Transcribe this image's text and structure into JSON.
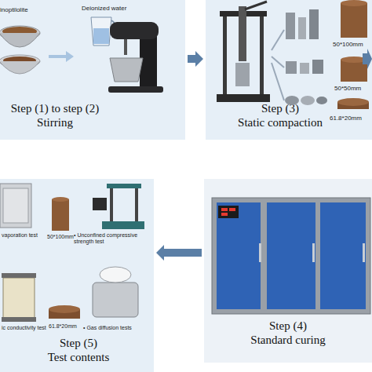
{
  "diagram": {
    "nodes": [
      {
        "text": [
          "Step (1) to step (2)",
          "Stirring"
        ]
      },
      {
        "text": [
          "Step (3)",
          "Static compaction"
        ]
      },
      {
        "text": [
          "Step (5)",
          "Test contents"
        ]
      },
      {
        "text": [
          "Step (4)",
          "Standard curing"
        ]
      }
    ],
    "edges": [
      {
        "from": 0,
        "to": 1,
        "arrow": "to"
      },
      {
        "from": 3,
        "to": 2,
        "arrow": "to"
      }
    ],
    "labels": [
      "inoptilolite",
      "Deionized water",
      "50*100mm",
      "50*50mm",
      "61.8*20mm",
      "vaporation test",
      "• Unconfined compressive strength test",
      "50*100mm",
      "ic conductivity test",
      "• Gas diffusion tests",
      "61.8*20mm"
    ]
  }
}
